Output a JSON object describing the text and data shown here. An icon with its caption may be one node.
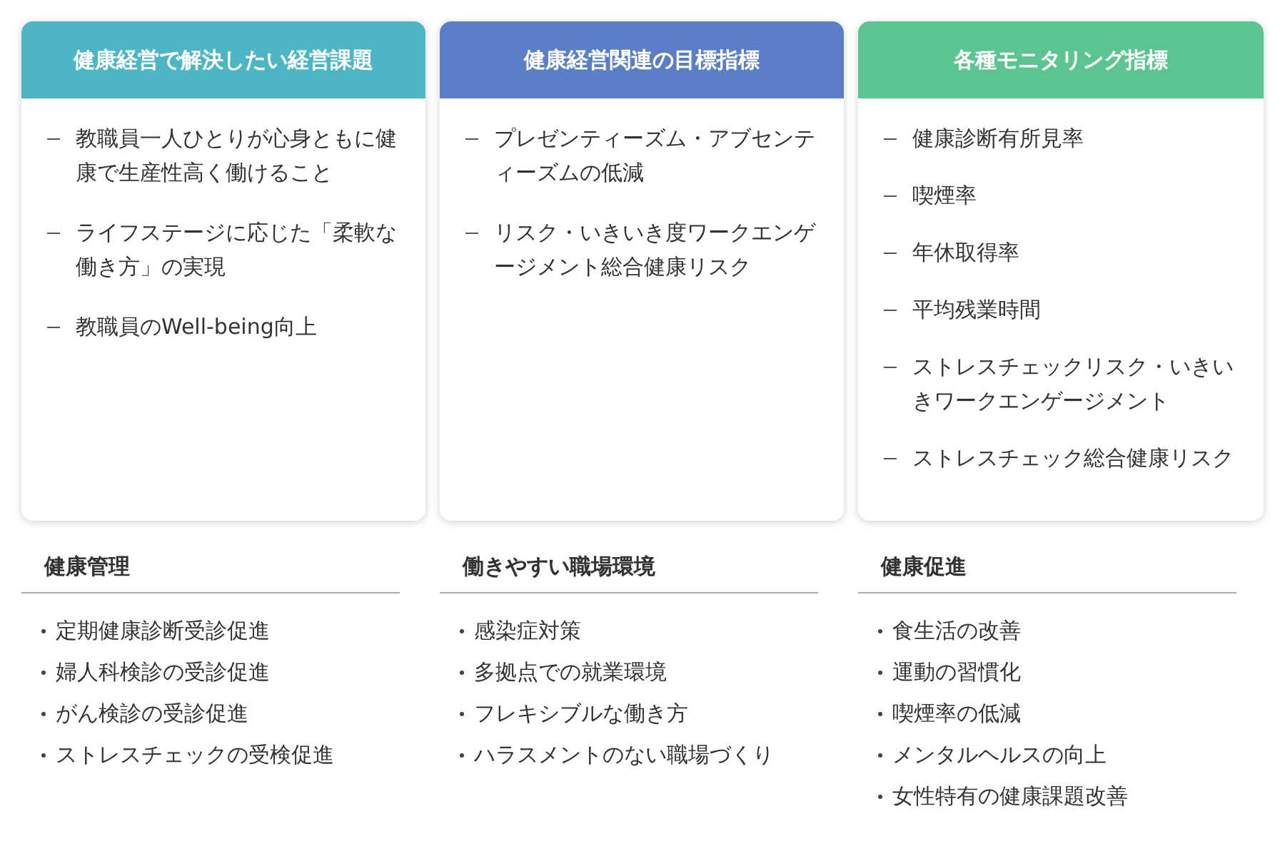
{
  "diagram": {
    "nodes": [
      {
        "text": [
          "健康経営で解決したい経営課題",
          "教職員一人ひとりが心身ともに健康で生産性高く働けること",
          "ライフステージに応じた「柔軟な働き方」の実現",
          "教職員のWell-being向上"
        ]
      },
      {
        "text": [
          "健康経営関連の目標指標",
          "プレゼンティーズム・アブセンティーズムの低減",
          "リスク・いきいき度ワークエンゲージメント総合健康リスク"
        ]
      },
      {
        "text": [
          "各種モニタリング指標",
          "健康診断有所見率",
          "喫煙率",
          "年休取得率",
          "平均残業時間",
          "ストレスチェックリスク・いきいきワークエンゲージメント",
          "ストレスチェック総合健康リスク"
        ]
      }
    ],
    "edges": [],
    "labels": [
      "健康管理",
      "定期健康診断受診促進",
      "婦人科検診の受診促進",
      "がん検診の受診促進",
      "ストレスチェックの受検促進",
      "働きやすい職場環境",
      "感染症対策",
      "多拠点での就業環境",
      "フレキシブルな働き方",
      "ハラスメントのない職場づくり",
      "健康促進",
      "食生活の改善",
      "運動の習慣化",
      "喫煙率の低減",
      "メンタルヘルスの向上",
      "女性特有の健康課題改善"
    ]
  }
}
